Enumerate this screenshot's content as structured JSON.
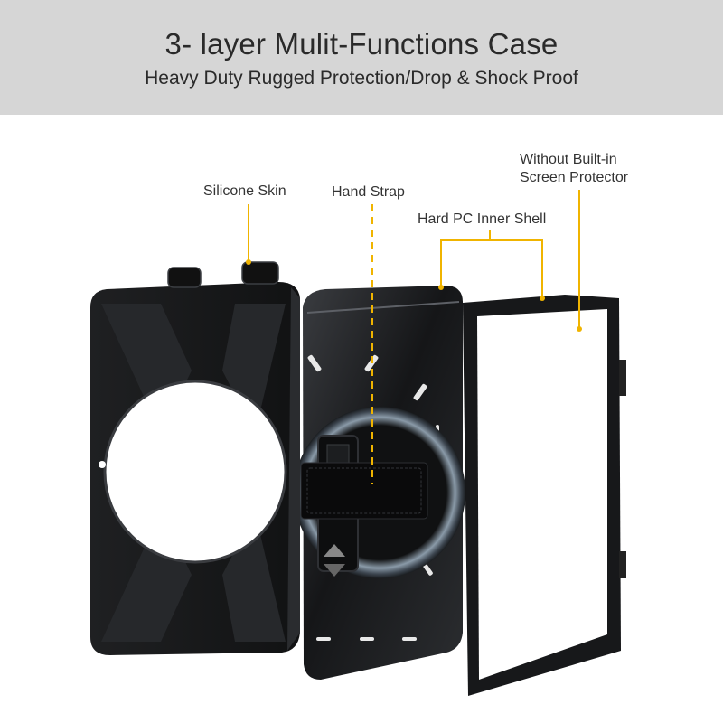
{
  "header": {
    "title": "3- layer Mulit-Functions Case",
    "subtitle": "Heavy Duty Rugged Protection/Drop & Shock Proof"
  },
  "callouts": {
    "silicone_skin": "Silicone Skin",
    "hand_strap": "Hand Strap",
    "hard_pc_inner_shell": "Hard PC Inner Shell",
    "without_builtin_line1": "Without Built-in",
    "without_builtin_line2": "Screen Protector"
  },
  "colors": {
    "banner": "#d6d6d6",
    "leader": "#f0b400",
    "case": "#1c1c1e"
  }
}
